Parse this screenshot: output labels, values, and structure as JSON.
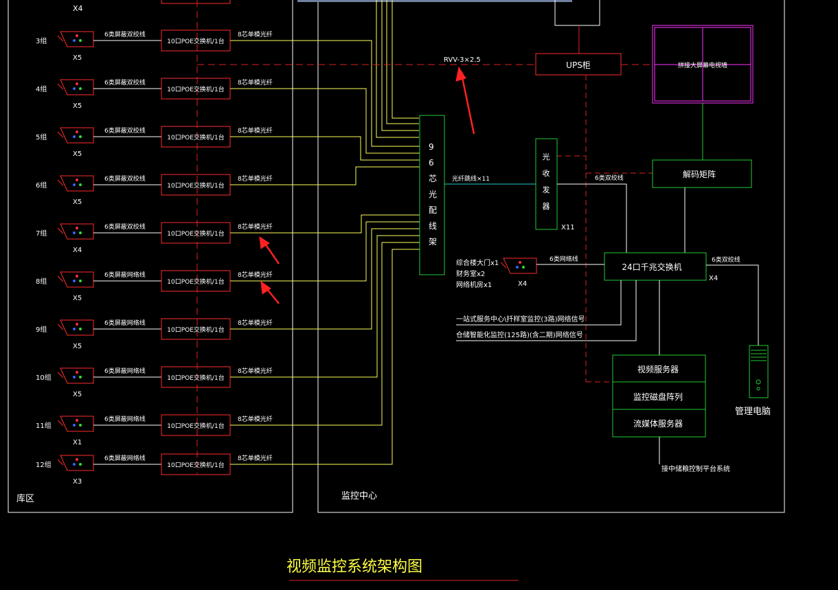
{
  "colors": {
    "background": "#000000",
    "boundary": "#ffffff",
    "poe_switch": "#ff2d2d",
    "cable_link": "#ffff5a",
    "power_dashed": "#e02020",
    "equipment": "#22cc33",
    "fiber_link": "#22cccc",
    "video_wall": "#ff33ff",
    "annotation_arrow": "#ff2222",
    "title": "#ffff44",
    "label_text": "#ffffff"
  },
  "zones": {
    "warehouse_label": "库区",
    "monitor_center_label": "监控中心"
  },
  "top_partial_camera_count": "X4",
  "groups": [
    {
      "name": "3组",
      "camera_count": "X5",
      "cable_label": "6类屏蔽双绞线",
      "switch_label": "10口POE交换机/1台",
      "fiber_label": "8芯单模光纤"
    },
    {
      "name": "4组",
      "camera_count": "X5",
      "cable_label": "6类屏蔽双绞线",
      "switch_label": "10口POE交换机/1台",
      "fiber_label": "8芯单模光纤"
    },
    {
      "name": "5组",
      "camera_count": "X5",
      "cable_label": "6类屏蔽双绞线",
      "switch_label": "10口POE交换机/1台",
      "fiber_label": "8芯单模光纤"
    },
    {
      "name": "6组",
      "camera_count": "X5",
      "cable_label": "6类屏蔽双绞线",
      "switch_label": "10口POE交换机/1台",
      "fiber_label": "8芯单模光纤"
    },
    {
      "name": "7组",
      "camera_count": "X4",
      "cable_label": "6类屏蔽双绞线",
      "switch_label": "10口POE交换机/1台",
      "fiber_label": "8芯单模光纤"
    },
    {
      "name": "8组",
      "camera_count": "X5",
      "cable_label": "6类屏蔽网络线",
      "switch_label": "10口POE交换机/1台",
      "fiber_label": "8芯单模光纤"
    },
    {
      "name": "9组",
      "camera_count": "X5",
      "cable_label": "6类屏蔽网络线",
      "switch_label": "10口POE交换机/1台",
      "fiber_label": "8芯单模光纤"
    },
    {
      "name": "10组",
      "camera_count": "X5",
      "cable_label": "6类屏蔽网络线",
      "switch_label": "10口POE交换机/1台",
      "fiber_label": "8芯单模光纤"
    },
    {
      "name": "11组",
      "camera_count": "X1",
      "cable_label": "6类屏蔽网络线",
      "switch_label": "10口POE交换机/1台",
      "fiber_label": "8芯单模光纤"
    },
    {
      "name": "12组",
      "camera_count": "X3",
      "cable_label": "6类屏蔽网络线",
      "switch_label": "10口POE交换机/1台",
      "fiber_label": "8芯单模光纤"
    }
  ],
  "center": {
    "power_cable_label": "RVV-3×2.5",
    "ups_label": "UPS柜",
    "video_wall_label": "拼接大屏幕电视墙",
    "odf_label": "96芯光配线架",
    "fiber_jumper_label": "光纤跳线×11",
    "transceiver_label": "光收发器",
    "transceiver_count": "X11",
    "cat6_label_upper": "6类双绞线",
    "decoder_label": "解码矩阵",
    "core_switch_label": "24口千兆交换机",
    "cat6_label_right": "6类双绞线",
    "core_switch_count": "X4",
    "cat6_net_label": "6类网络线",
    "extra_cameras_lines": [
      "综合楼大门x1",
      "财务室x2",
      "网络机房x1"
    ],
    "extra_cameras_count": "X4",
    "signal_1": "一站式服务中心\\扦样室监控(3路)网络信号",
    "signal_2": "仓储智能化监控(125路)(含二期)网络信号",
    "server_rows": [
      "视频服务器",
      "监控磁盘阵列",
      "流媒体服务器"
    ],
    "platform_label": "接中储粮控制平台系统",
    "pc_label": "管理电脑"
  },
  "title": "视频监控系统架构图"
}
